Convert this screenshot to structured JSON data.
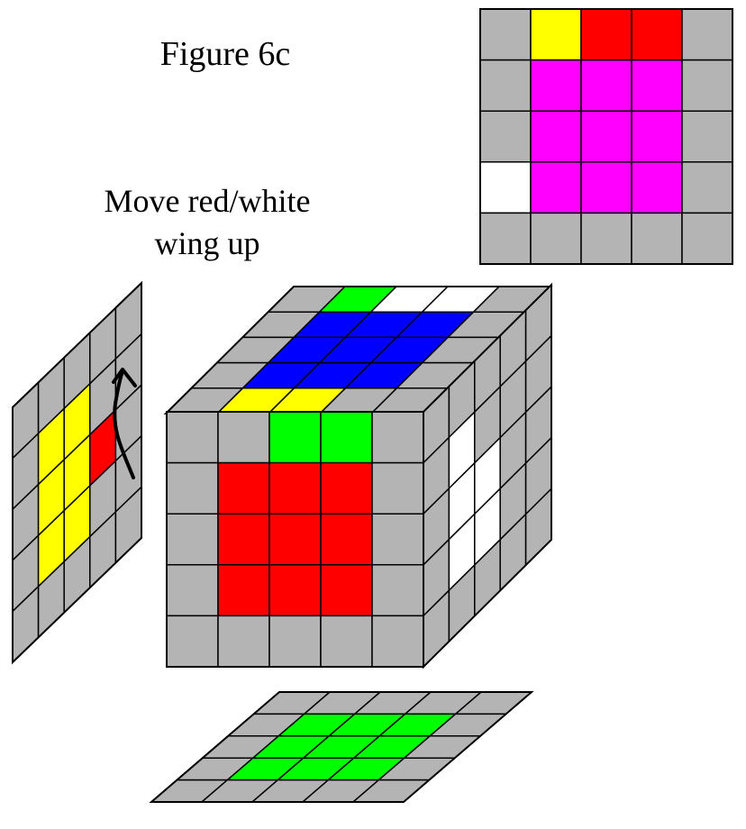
{
  "figure": {
    "title": "Figure 6c",
    "instruction_line1": "Move red/white",
    "instruction_line2": "wing up"
  },
  "colors": {
    "G": "#b4b4b4",
    "W": "#ffffff",
    "R": "#ff0000",
    "Y": "#ffff00",
    "B": "#0000ff",
    "N": "#00ff00",
    "M": "#ff00ff",
    "line": "#000000"
  },
  "faces": {
    "back_face": {
      "rows": [
        [
          "G",
          "Y",
          "R",
          "R",
          "G"
        ],
        [
          "G",
          "M",
          "M",
          "M",
          "G"
        ],
        [
          "G",
          "M",
          "M",
          "M",
          "G"
        ],
        [
          "W",
          "M",
          "M",
          "M",
          "G"
        ],
        [
          "G",
          "G",
          "G",
          "G",
          "G"
        ]
      ]
    },
    "left_face": {
      "rows": [
        [
          "G",
          "G",
          "G",
          "G",
          "G"
        ],
        [
          "G",
          "Y",
          "Y",
          "G",
          "G"
        ],
        [
          "G",
          "Y",
          "Y",
          "R",
          "G"
        ],
        [
          "G",
          "Y",
          "Y",
          "G",
          "G"
        ],
        [
          "G",
          "G",
          "G",
          "G",
          "G"
        ]
      ],
      "arrow": "up"
    },
    "top_face": {
      "rows": [
        [
          "G",
          "N",
          "W",
          "W",
          "G"
        ],
        [
          "G",
          "B",
          "B",
          "B",
          "G"
        ],
        [
          "G",
          "B",
          "B",
          "B",
          "G"
        ],
        [
          "G",
          "B",
          "B",
          "B",
          "G"
        ],
        [
          "G",
          "Y",
          "Y",
          "G",
          "G"
        ]
      ]
    },
    "front_face": {
      "rows": [
        [
          "G",
          "G",
          "N",
          "N",
          "G"
        ],
        [
          "G",
          "R",
          "R",
          "R",
          "G"
        ],
        [
          "G",
          "R",
          "R",
          "R",
          "G"
        ],
        [
          "G",
          "R",
          "R",
          "R",
          "G"
        ],
        [
          "G",
          "G",
          "G",
          "G",
          "G"
        ]
      ]
    },
    "right_face": {
      "rows": [
        [
          "G",
          "G",
          "G",
          "G",
          "G"
        ],
        [
          "G",
          "W",
          "G",
          "G",
          "G"
        ],
        [
          "G",
          "W",
          "W",
          "G",
          "G"
        ],
        [
          "G",
          "W",
          "W",
          "G",
          "G"
        ],
        [
          "G",
          "G",
          "G",
          "G",
          "G"
        ]
      ]
    },
    "bottom_face": {
      "rows": [
        [
          "G",
          "G",
          "G",
          "G",
          "G"
        ],
        [
          "G",
          "N",
          "N",
          "N",
          "G"
        ],
        [
          "G",
          "N",
          "N",
          "N",
          "G"
        ],
        [
          "G",
          "N",
          "N",
          "N",
          "G"
        ],
        [
          "G",
          "G",
          "G",
          "G",
          "G"
        ]
      ]
    }
  }
}
